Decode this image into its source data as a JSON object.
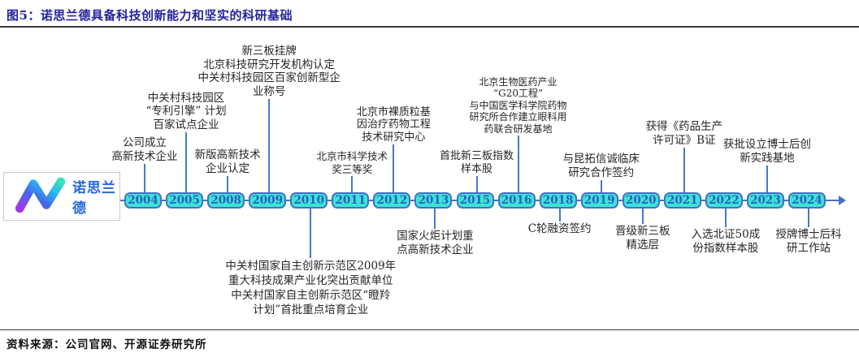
{
  "header": {
    "title": "图5：诺思兰德具备科技创新能力和坚实的科研基础"
  },
  "logo": {
    "company_name": "诺思兰德",
    "mark": "n-wave-gradient"
  },
  "colors": {
    "title_text": "#23239E",
    "box_fill": "#3CE4D4",
    "box_border": "#4472C4",
    "year_text": "#2B5DC7",
    "connector": "#4779C8",
    "logo_text": "#2968E0",
    "logo_gradient": [
      "#A238E8",
      "#4169E8",
      "#2BB8F0",
      "#38E5B8"
    ],
    "annotation_text": "#262626"
  },
  "timeline": {
    "years": [
      "2004",
      "2005",
      "2008",
      "2009",
      "2010",
      "2011",
      "2012",
      "2013",
      "2015",
      "2016",
      "2018",
      "2019",
      "2020",
      "2021",
      "2022",
      "2023",
      "2024"
    ]
  },
  "milestones": [
    {
      "year": "2004",
      "side": "above",
      "text": "公司成立\n高新技术企业"
    },
    {
      "year": "2005",
      "side": "above",
      "text": "中关村科技园区\n“专利引擎” 计划\n百家试点企业"
    },
    {
      "year": "2008",
      "side": "above",
      "text": "新版高新技术\n企业认定"
    },
    {
      "year": "2009",
      "side": "above",
      "text": "新三板挂牌\n北京科技研究开发机构认定\n中关村科技园区百家创新型企\n业称号"
    },
    {
      "year": "2010",
      "side": "below",
      "text": "中关村国家自主创新示范区2009年\n重大科技成果产业化突出贡献单位\n中关村国家自主创新示范区“瞪羚\n计划”首批重点培育企业"
    },
    {
      "year": "2011",
      "side": "above",
      "text": "北京市科学技术\n奖三等奖"
    },
    {
      "year": "2012",
      "side": "above",
      "text": "北京市裸质粒基\n因治疗药物工程\n技术研究中心"
    },
    {
      "year": "2013",
      "side": "below",
      "text": "国家火炬计划重\n点高新技术企业"
    },
    {
      "year": "2015",
      "side": "above",
      "text": "首批新三板指数\n样本股"
    },
    {
      "year": "2016",
      "side": "above",
      "text": "北京生物医药产业\n“G20工程”\n与中国医学科学院药物\n研究所合作建立眼科用\n药联合研发基地"
    },
    {
      "year": "2018",
      "side": "below",
      "text": "C轮融资签约"
    },
    {
      "year": "2019",
      "side": "above",
      "text": "与昆拓信诚临床\n研究合作签约"
    },
    {
      "year": "2020",
      "side": "below",
      "text": "晋级新三板\n精选层"
    },
    {
      "year": "2021",
      "side": "above",
      "text": "获得《药品生产\n许可证》B证"
    },
    {
      "year": "2022",
      "side": "below",
      "text": "入选北证50成\n份指数样本股"
    },
    {
      "year": "2023",
      "side": "above",
      "text": "获批设立博士后创\n新实践基地"
    },
    {
      "year": "2024",
      "side": "below",
      "text": "授牌博士后科\n研工作站"
    }
  ],
  "footer": {
    "source": "资料来源：公司官网、开源证券研究所"
  }
}
